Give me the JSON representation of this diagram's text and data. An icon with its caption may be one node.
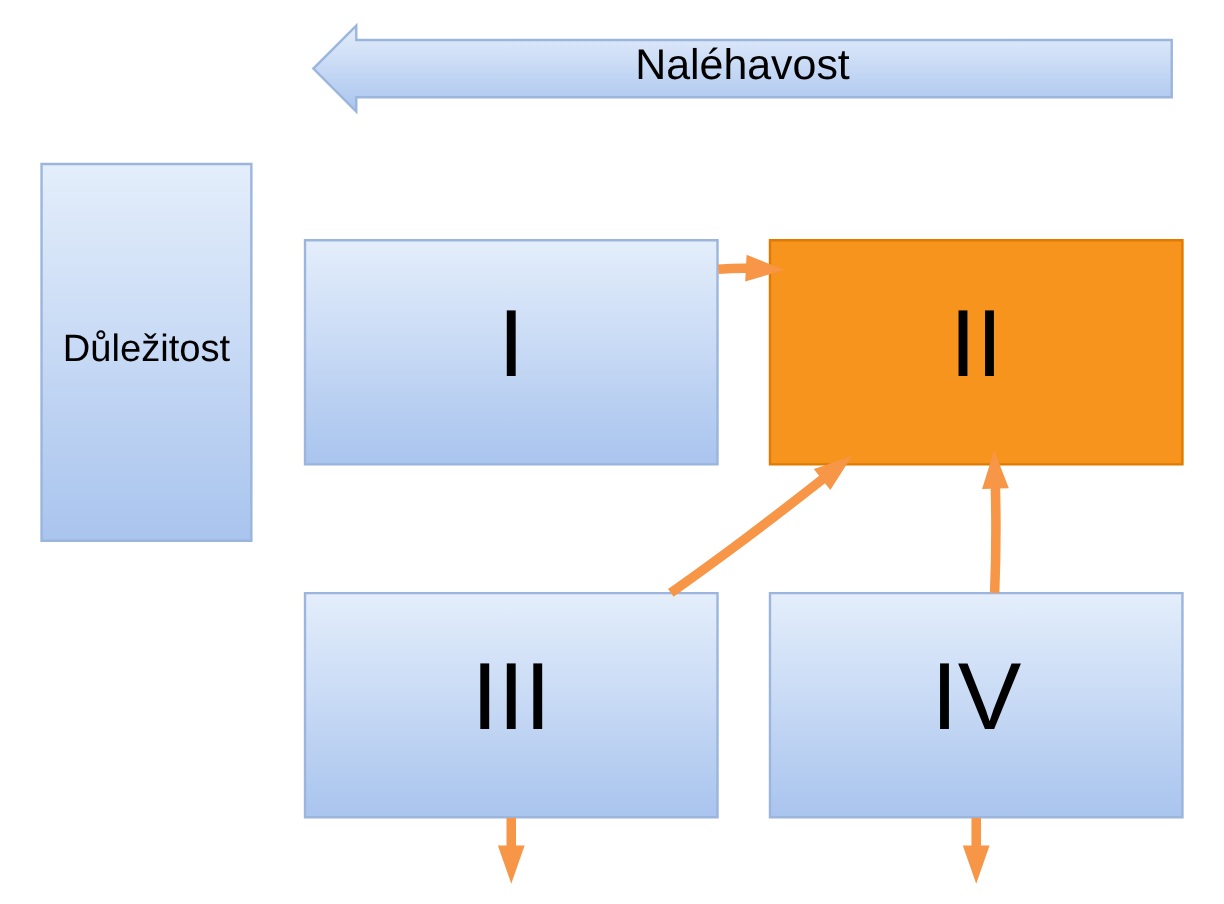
{
  "diagram": {
    "nodes": [
      {
        "text": [
          "Naléhavost"
        ]
      },
      {
        "text": [
          "Důležitost"
        ]
      },
      {
        "text": [
          "I"
        ]
      },
      {
        "text": [
          "II"
        ]
      },
      {
        "text": [
          "III"
        ]
      },
      {
        "text": [
          "IV"
        ]
      }
    ],
    "edges": [
      {
        "from": 2,
        "to": 3,
        "arrow": "to"
      },
      {
        "from": 4,
        "to": 3,
        "arrow": "to"
      },
      {
        "from": 5,
        "to": 3,
        "arrow": "to"
      },
      {
        "from": 4,
        "to": null,
        "arrow": "to"
      },
      {
        "from": 5,
        "to": null,
        "arrow": "to"
      }
    ]
  }
}
